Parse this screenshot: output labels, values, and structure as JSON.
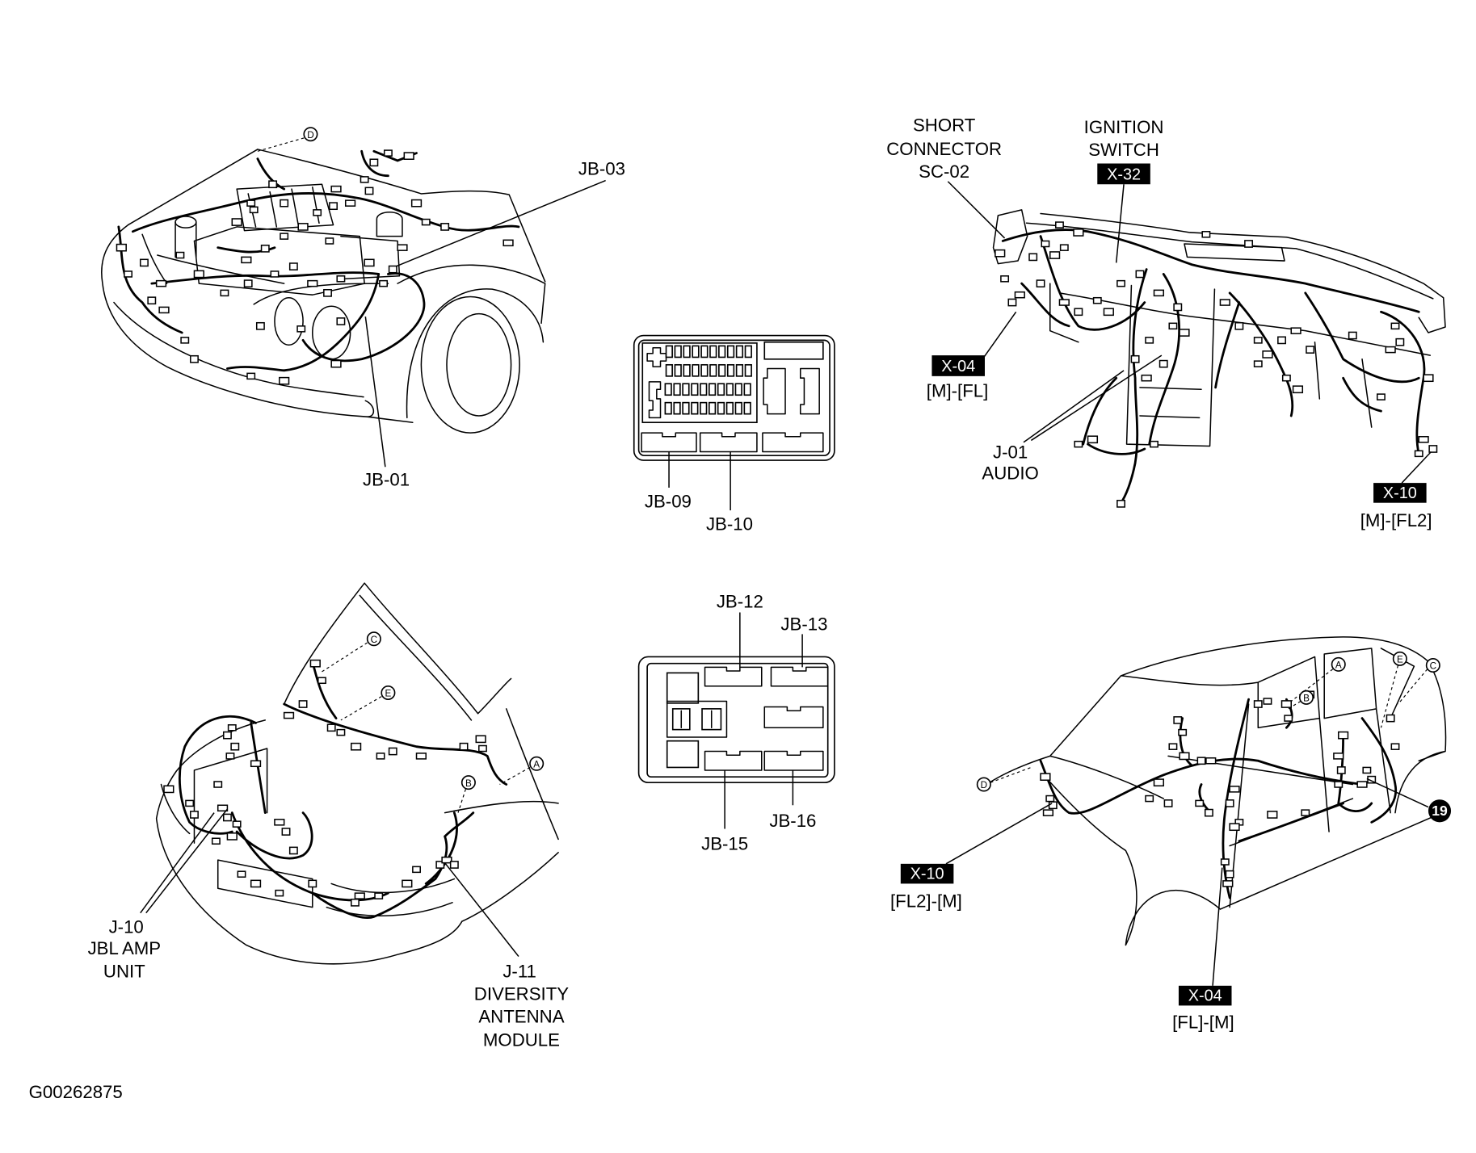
{
  "figure_code": "G00262875",
  "engine_compartment": {
    "jb_03": "JB-03",
    "jb_01": "JB-01",
    "ref_d": "D"
  },
  "junction_box_front": {
    "jb_09": "JB-09",
    "jb_10": "JB-10"
  },
  "instrument_panel": {
    "short_connector": [
      "SHORT",
      "CONNECTOR",
      "SC-02"
    ],
    "ignition_switch": [
      "IGNITION",
      "SWITCH"
    ],
    "x_32": "X-32",
    "x_04": "X-04",
    "x_04_mating": "[M]-[FL]",
    "audio": [
      "J-01",
      "AUDIO"
    ],
    "x_10": "X-10",
    "x_10_mating": "[M]-[FL2]"
  },
  "junction_box_rear": {
    "jb_12": "JB-12",
    "jb_13": "JB-13",
    "jb_15": "JB-15",
    "jb_16": "JB-16"
  },
  "trunk": {
    "amp": [
      "J-10",
      "JBL AMP",
      "UNIT"
    ],
    "antenna": [
      "J-11",
      "DIVERSITY",
      "ANTENNA",
      "MODULE"
    ],
    "ref_c": "C",
    "ref_e": "E",
    "ref_a": "A",
    "ref_b": "B"
  },
  "body_floor": {
    "x_10": "X-10",
    "x_10_mating": "[FL2]-[M]",
    "x_04": "X-04",
    "x_04_mating": "[FL]-[M]",
    "ground_point": "19",
    "ref_a": "A",
    "ref_b": "B",
    "ref_c": "C",
    "ref_d": "D",
    "ref_e": "E"
  }
}
